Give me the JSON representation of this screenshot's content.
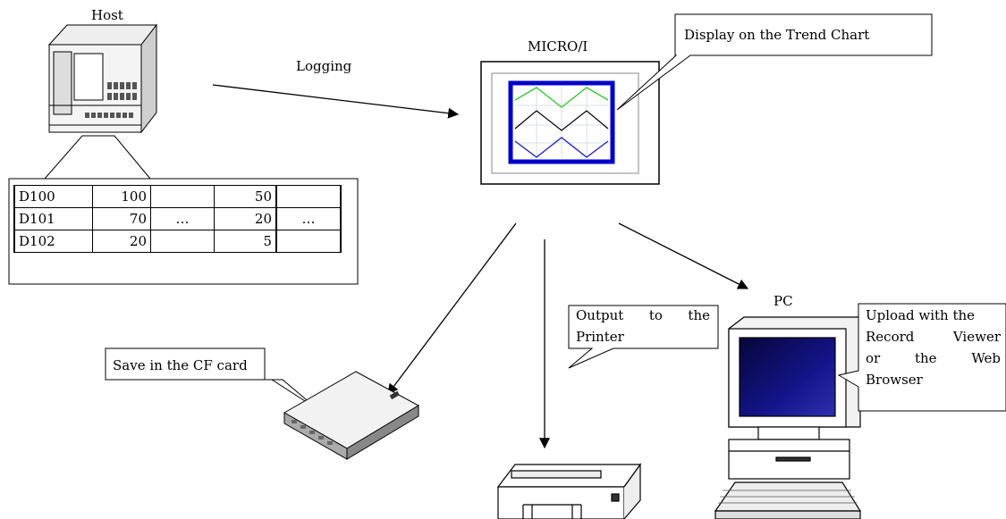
{
  "labels": {
    "host": "Host",
    "logging": "Logging",
    "micro_i": "MICRO/I",
    "pc": "PC"
  },
  "callouts": {
    "trend_chart": "Display on the Trend Chart",
    "printer": [
      "Output to the",
      "Printer"
    ],
    "cf_card": "Save in the CF card",
    "upload": [
      "Upload with the",
      "Record Viewer",
      "or the Web",
      "Browser"
    ]
  },
  "data_table": {
    "rows": [
      [
        "D100",
        "100",
        "",
        "50",
        ""
      ],
      [
        "D101",
        "70",
        "…",
        "20",
        "…"
      ],
      [
        "D102",
        "20",
        "",
        "5",
        ""
      ]
    ]
  },
  "colors": {
    "screen_frame": "#0000cc",
    "trend_green": "#33cc33",
    "trend_black": "#000000",
    "trend_blue": "#2222cc",
    "monitor_screen": "#0b0b5a"
  }
}
